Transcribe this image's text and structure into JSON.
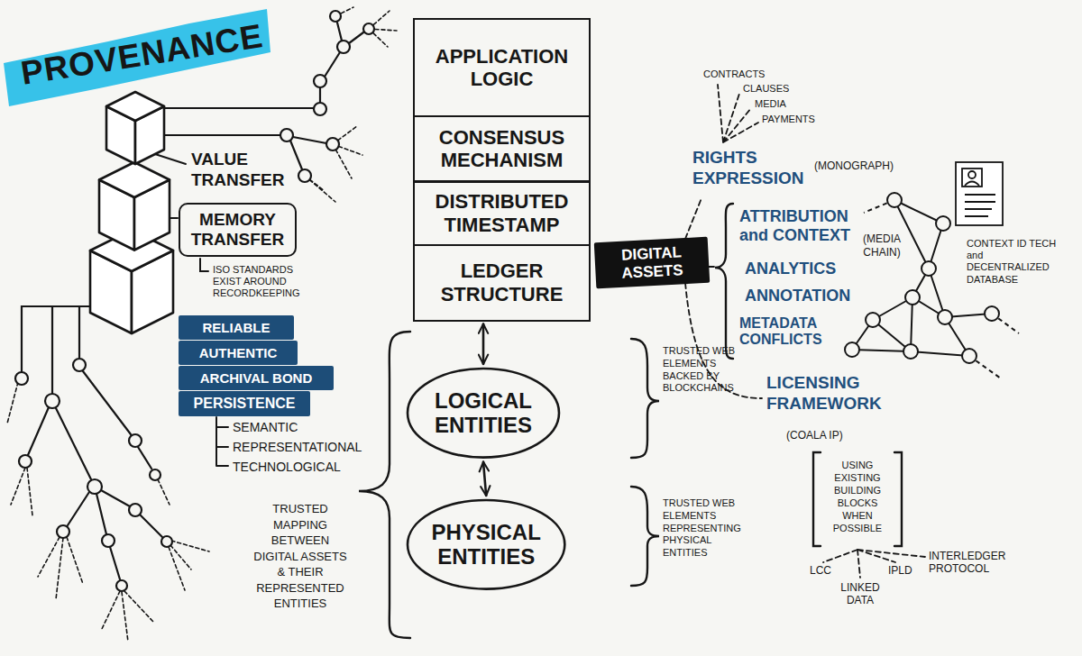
{
  "diagram": {
    "title": "PROVENANCE",
    "nodes": [
      {
        "text": [
          "MEMORY TRANSFER"
        ]
      },
      {
        "text": [
          "RELIABLE"
        ]
      },
      {
        "text": [
          "AUTHENTIC"
        ]
      },
      {
        "text": [
          "ARCHIVAL BOND"
        ]
      },
      {
        "text": [
          "PERSISTENCE"
        ]
      },
      {
        "text": [
          "APPLICATION LOGIC"
        ]
      },
      {
        "text": [
          "CONSENSUS MECHANISM"
        ]
      },
      {
        "text": [
          "DISTRIBUTED TIMESTAMP"
        ]
      },
      {
        "text": [
          "LEDGER STRUCTURE"
        ]
      },
      {
        "text": [
          "LOGICAL ENTITIES"
        ]
      },
      {
        "text": [
          "PHYSICAL ENTITIES"
        ]
      },
      {
        "text": [
          "DIGITAL ASSETS"
        ]
      }
    ],
    "edges": [
      {
        "from": 8,
        "to": 9,
        "arrow": "both"
      },
      {
        "from": 9,
        "to": 10,
        "arrow": "both"
      }
    ],
    "labels": [
      "VALUE TRANSFER",
      "ISO STANDARDS EXIST AROUND RECORDKEEPING",
      "SEMANTIC",
      "REPRESENTATIONAL",
      "TECHNOLOGICAL",
      "TRUSTED MAPPING BETWEEN DIGITAL ASSETS & THEIR REPRESENTED ENTITIES",
      "TRUSTED WEB ELEMENTS BACKED BY BLOCKCHAINS",
      "TRUSTED WEB ELEMENTS REPRESENTING PHYSICAL ENTITIES",
      "CONTRACTS",
      "CLAUSES",
      "MEDIA",
      "PAYMENTS",
      "RIGHTS EXPRESSION",
      "(MONOGRAPH)",
      "ATTRIBUTION and CONTEXT",
      "ANALYTICS",
      "ANNOTATION",
      "METADATA CONFLICTS",
      "(MEDIA CHAIN)",
      "CONTEXT ID TECH and DECENTRALIZED DATABASE",
      "LICENSING FRAMEWORK",
      "(COALA IP)",
      "USING EXISTING BUILDING BLOCKS WHEN POSSIBLE",
      "LCC",
      "LINKED DATA",
      "IPLD",
      "INTERLEDGER PROTOCOL"
    ]
  }
}
